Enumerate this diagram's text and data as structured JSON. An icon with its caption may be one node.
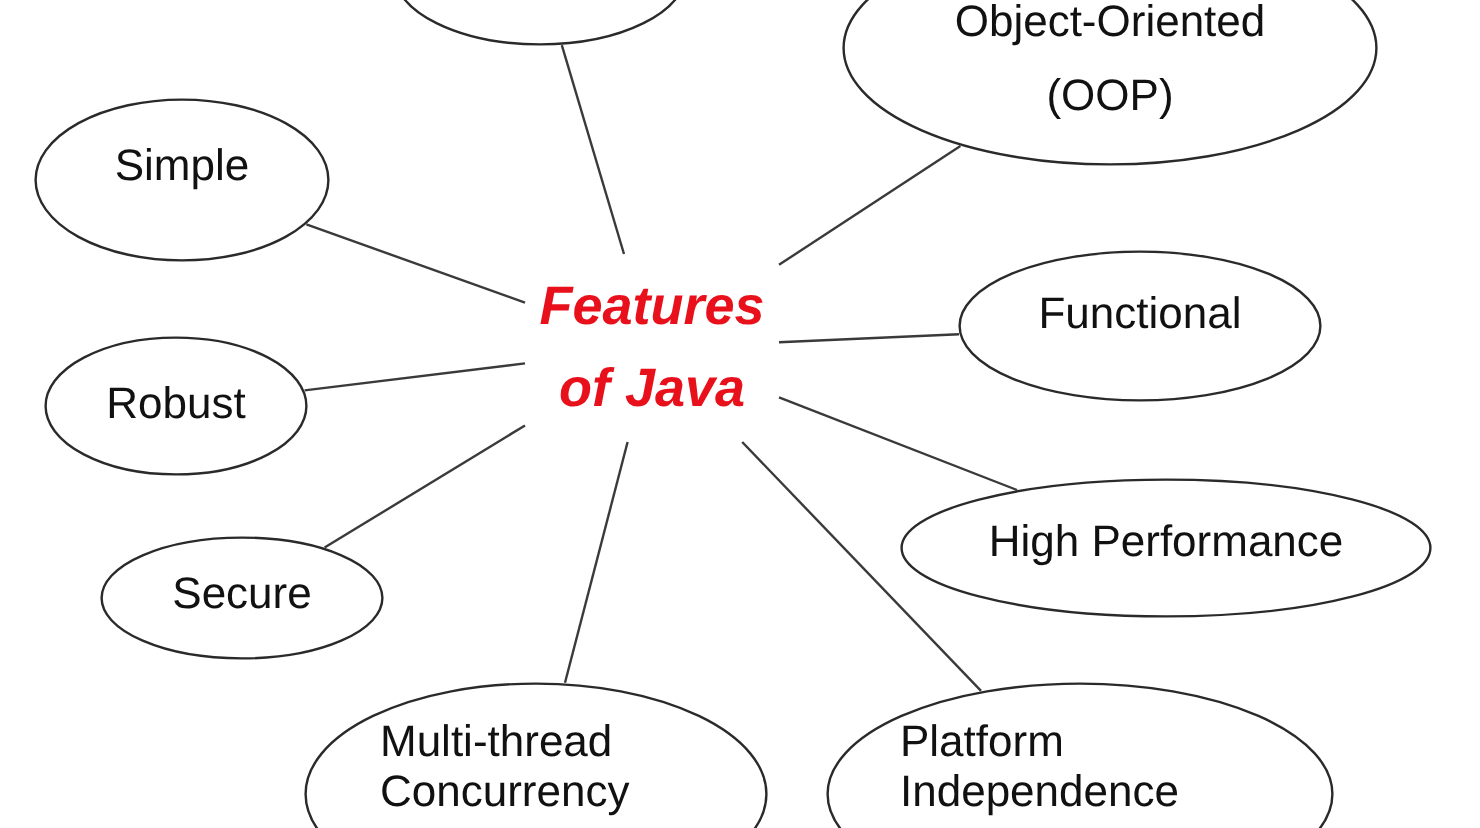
{
  "diagram": {
    "nodes": [
      {
        "text": [],
        "shape": "ellipse"
      },
      {
        "text": [
          "Object-Oriented (OOP)"
        ]
      },
      {
        "text": [
          "Simple"
        ]
      },
      {
        "text": [
          "Features of Java"
        ]
      },
      {
        "text": [
          "Functional"
        ]
      },
      {
        "text": [
          "Robust"
        ]
      },
      {
        "text": [
          "High Performance"
        ]
      },
      {
        "text": [
          "Secure"
        ]
      },
      {
        "text": [
          "Multi-thread Concurrency"
        ]
      },
      {
        "text": [
          "Platform Independence"
        ]
      }
    ],
    "edges": [
      {
        "from": 3,
        "to": 0,
        "arrow": "none"
      },
      {
        "from": 3,
        "to": 1,
        "arrow": "none"
      },
      {
        "from": 3,
        "to": 2,
        "arrow": "none"
      },
      {
        "from": 3,
        "to": 4,
        "arrow": "none"
      },
      {
        "from": 3,
        "to": 5,
        "arrow": "none"
      },
      {
        "from": 3,
        "to": 6,
        "arrow": "none"
      },
      {
        "from": 3,
        "to": 7,
        "arrow": "none"
      },
      {
        "from": 3,
        "to": 8,
        "arrow": "none"
      },
      {
        "from": 3,
        "to": 9,
        "arrow": "none"
      }
    ]
  }
}
